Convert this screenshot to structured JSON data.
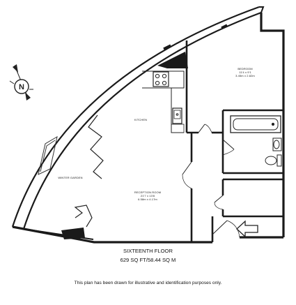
{
  "compass": {
    "letter": "N"
  },
  "rooms": {
    "bedroom": {
      "name": "BEDROOM",
      "imperial": "11'4 x 9'1",
      "metric": "3.45m x 2.82m"
    },
    "kitchen": {
      "name": "KITCHEN"
    },
    "reception": {
      "name": "RECEPTION ROOM",
      "imperial": "21'7 x 13'8",
      "metric": "6.58m x 4.17m"
    },
    "winter_garden": {
      "name": "WINTER GARDEN"
    }
  },
  "floor": {
    "name": "SIXTEENTH FLOOR",
    "area": "629 SQ FT/58.44 SQ M"
  },
  "disclaimer": "This plan has been drawn for illustrative and identification purposes only.",
  "colors": {
    "wall": "#1a1a1a",
    "line": "#333333",
    "background": "#ffffff"
  }
}
